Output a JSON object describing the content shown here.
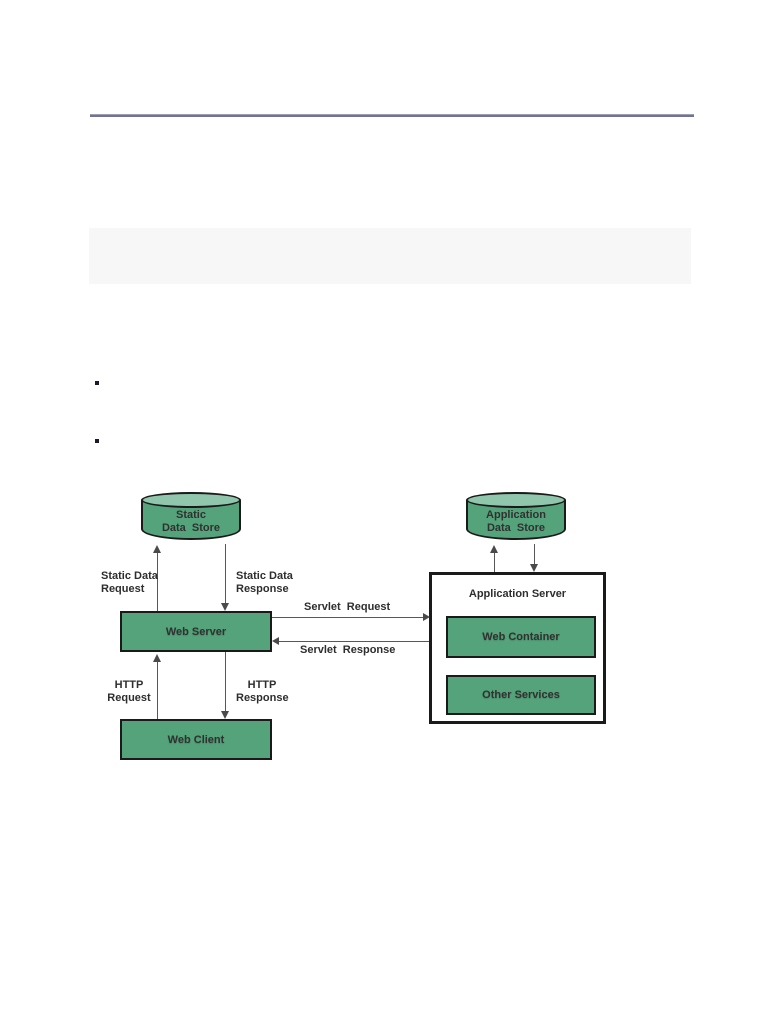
{
  "page": {
    "background_color": "#ffffff",
    "heading_rule_color": "#73738e",
    "highlight_band_color": "#f7f7f8",
    "bullet_color": "#1a1a2e",
    "bullet_count": 2
  },
  "diagram": {
    "colors": {
      "node_fill": "#54a37a",
      "cylinder_top_fill": "#90c6ab",
      "outline": "#1a1a1a",
      "connector": "#575757",
      "label_text": "#2e2e2e"
    },
    "nodes": {
      "static_data_store": {
        "type": "cylinder",
        "line1": "Static",
        "line2": "Data  Store"
      },
      "application_data_store": {
        "type": "cylinder",
        "line1": "Application",
        "line2": "Data  Store"
      },
      "web_server": {
        "label": "Web Server"
      },
      "web_client": {
        "label": "Web Client"
      },
      "application_server": {
        "label": "Application Server"
      },
      "web_container": {
        "label": "Web Container"
      },
      "other_services": {
        "label": "Other Services"
      }
    },
    "edges": {
      "static_data_request": {
        "line1": "Static Data",
        "line2": "Request"
      },
      "static_data_response": {
        "line1": "Static Data",
        "line2": "Response"
      },
      "servlet_request": {
        "label": "Servlet  Request"
      },
      "servlet_response": {
        "label": "Servlet  Response"
      },
      "http_request": {
        "line1": "HTTP",
        "line2": "Request"
      },
      "http_response": {
        "line1": "HTTP",
        "line2": "Response"
      }
    }
  }
}
